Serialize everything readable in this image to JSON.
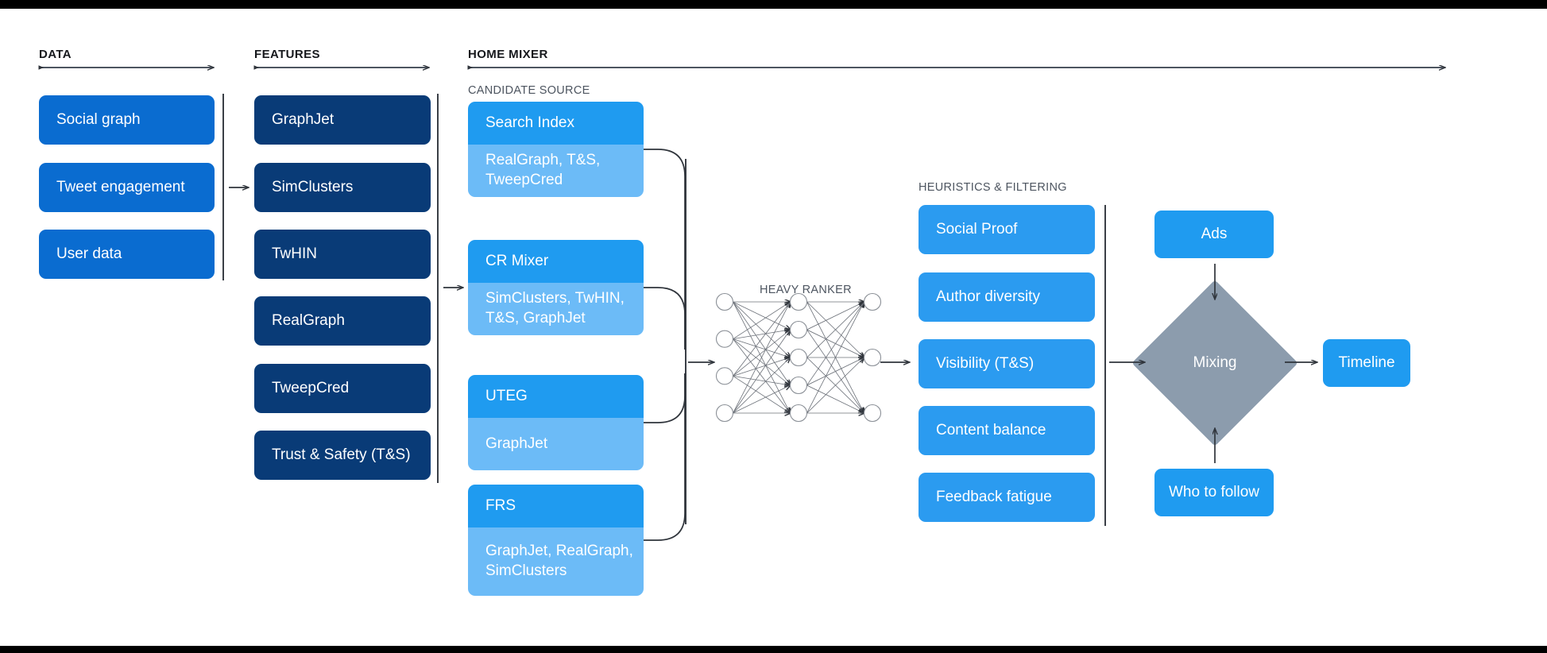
{
  "stages": [
    {
      "key": "data",
      "label": "DATA"
    },
    {
      "key": "features",
      "label": "FEATURES"
    },
    {
      "key": "home_mixer",
      "label": "HOME MIXER"
    }
  ],
  "sections": {
    "candidate_source": "CANDIDATE SOURCE",
    "heavy_ranker": "HEAVY RANKER",
    "heuristics": "HEURISTICS & FILTERING"
  },
  "data_column": {
    "items": [
      {
        "label": "Social graph"
      },
      {
        "label": "Tweet engagement"
      },
      {
        "label": "User data"
      }
    ]
  },
  "features_column": {
    "items": [
      {
        "label": "GraphJet"
      },
      {
        "label": "SimClusters"
      },
      {
        "label": "TwHIN"
      },
      {
        "label": "RealGraph"
      },
      {
        "label": "TweepCred"
      },
      {
        "label": "Trust & Safety (T&S)"
      }
    ]
  },
  "candidate_sources": [
    {
      "title": "Search Index",
      "detail": "RealGraph, T&S, TweepCred"
    },
    {
      "title": "CR Mixer",
      "detail": "SimClusters, TwHIN, T&S, GraphJet"
    },
    {
      "title": "UTEG",
      "detail": "GraphJet"
    },
    {
      "title": "FRS",
      "detail": "GraphJet, RealGraph, SimClusters"
    }
  ],
  "heuristics_column": {
    "items": [
      {
        "label": "Social Proof"
      },
      {
        "label": "Author diversity"
      },
      {
        "label": "Visibility (T&S)"
      },
      {
        "label": "Content balance"
      },
      {
        "label": "Feedback fatigue"
      }
    ]
  },
  "output": {
    "ads": "Ads",
    "mixing": "Mixing",
    "timeline": "Timeline",
    "who_to_follow": "Who to follow"
  },
  "colors": {
    "data_box": "#0a6cd0",
    "features_box": "#093b77",
    "card_head": "#1f9bf0",
    "card_body": "#6cbbf7",
    "heuristic_box": "#2b9bf0",
    "output_box": "#1f9bf0",
    "mixing_diamond": "#8c9cad",
    "rule": "#3a3f46",
    "label_text": "#16181c",
    "section_text": "#4d5560"
  },
  "neural_network": {
    "layers": [
      4,
      5,
      3
    ]
  }
}
